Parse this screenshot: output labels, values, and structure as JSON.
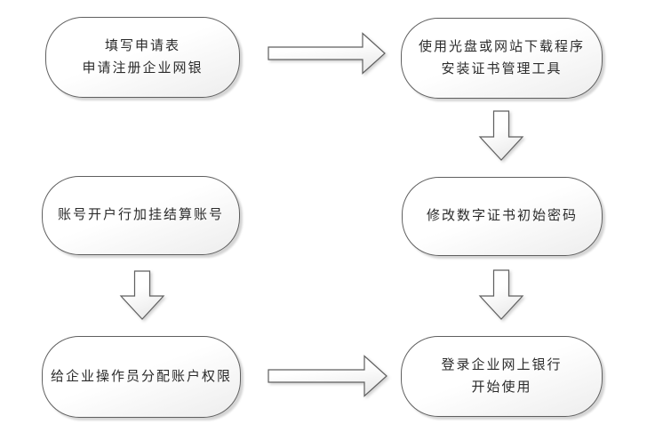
{
  "diagram": {
    "type": "flowchart",
    "background_color": "#ffffff",
    "node_border_color": "#5f5f5f",
    "node_fill_top": "#ffffff",
    "node_fill_bottom": "#ededed",
    "text_color": "#2b2b2b",
    "nodes": [
      {
        "id": "fill-application",
        "line1": "填写申请表",
        "line2": "申请注册企业网银"
      },
      {
        "id": "download-install-cert-tool",
        "line1": "使用光盘或网站下载程序",
        "line2": "安装证书管理工具"
      },
      {
        "id": "attach-settlement-account",
        "line1": "账号开户行加挂结算账号",
        "line2": ""
      },
      {
        "id": "change-cert-initial-password",
        "line1": "修改数字证书初始密码",
        "line2": ""
      },
      {
        "id": "assign-operator-permissions",
        "line1": "给企业操作员分配账户权限",
        "line2": ""
      },
      {
        "id": "login-and-start",
        "line1": "登录企业网上银行",
        "line2": "开始使用"
      }
    ],
    "edges": [
      {
        "from": "fill-application",
        "to": "download-install-cert-tool",
        "direction": "right"
      },
      {
        "from": "download-install-cert-tool",
        "to": "change-cert-initial-password",
        "direction": "down"
      },
      {
        "from": "attach-settlement-account",
        "to": "assign-operator-permissions",
        "direction": "down"
      },
      {
        "from": "change-cert-initial-password",
        "to": "login-and-start",
        "direction": "down"
      },
      {
        "from": "assign-operator-permissions",
        "to": "login-and-start",
        "direction": "right"
      }
    ]
  }
}
